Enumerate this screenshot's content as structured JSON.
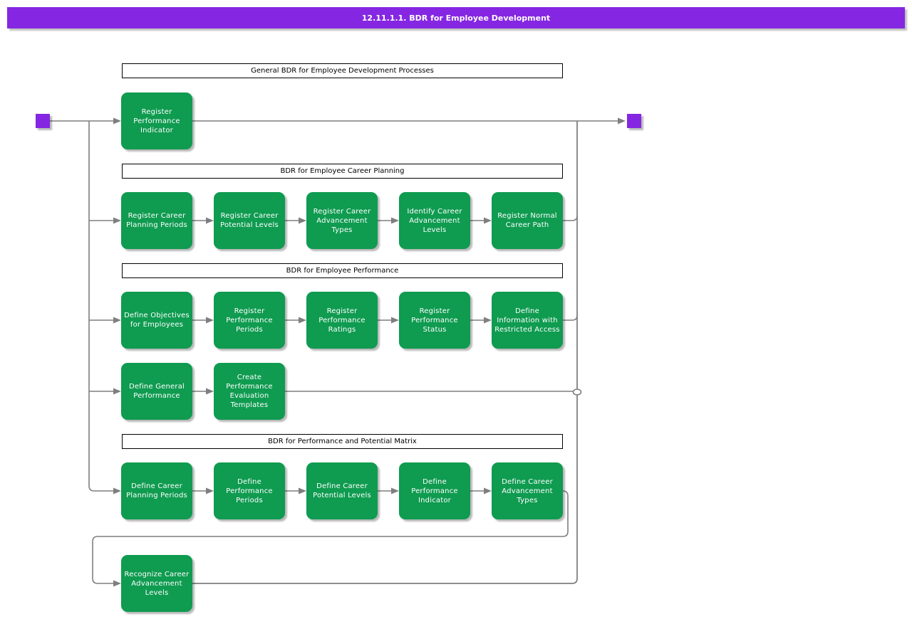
{
  "title_bar": {
    "text": "12.11.1.1. BDR for Employee Development"
  },
  "colors": {
    "title_purple": "#8527E2",
    "event_purple": "#8527E2",
    "task_green": "#0F9B50",
    "connector_gray": "#7F7F7F",
    "section_border": "#000000",
    "section_background": "#FFFFFF"
  },
  "sections": {
    "s1": "General BDR for Employee Development Processes",
    "s2": "BDR for Employee Career Planning",
    "s3": "BDR for Employee Performance",
    "s4": "BDR for Performance and Potential Matrix"
  },
  "tasks": {
    "t01": "Register Performance Indicator",
    "t02": "Register Career Planning Periods",
    "t03": "Register Career Potential Levels",
    "t04": "Register Career Advancement Types",
    "t05": "Identify Career Advancement Levels",
    "t06": "Register Normal Career Path",
    "t07": "Define Objectives for Employees",
    "t08": "Register Performance Periods",
    "t09": "Register Performance Ratings",
    "t10": "Register Performance Status",
    "t11": "Define Information with Restricted Access",
    "t12": "Define General Performance",
    "t13": "Create Performance Evaluation Templates",
    "t14": "Define Career Planning Periods",
    "t15": "Define Performance Periods",
    "t16": "Define Career Potential Levels",
    "t17": "Define Performance Indicator",
    "t18": "Define Career Advancement Types",
    "t19": "Recognize Career Advancement Levels"
  }
}
